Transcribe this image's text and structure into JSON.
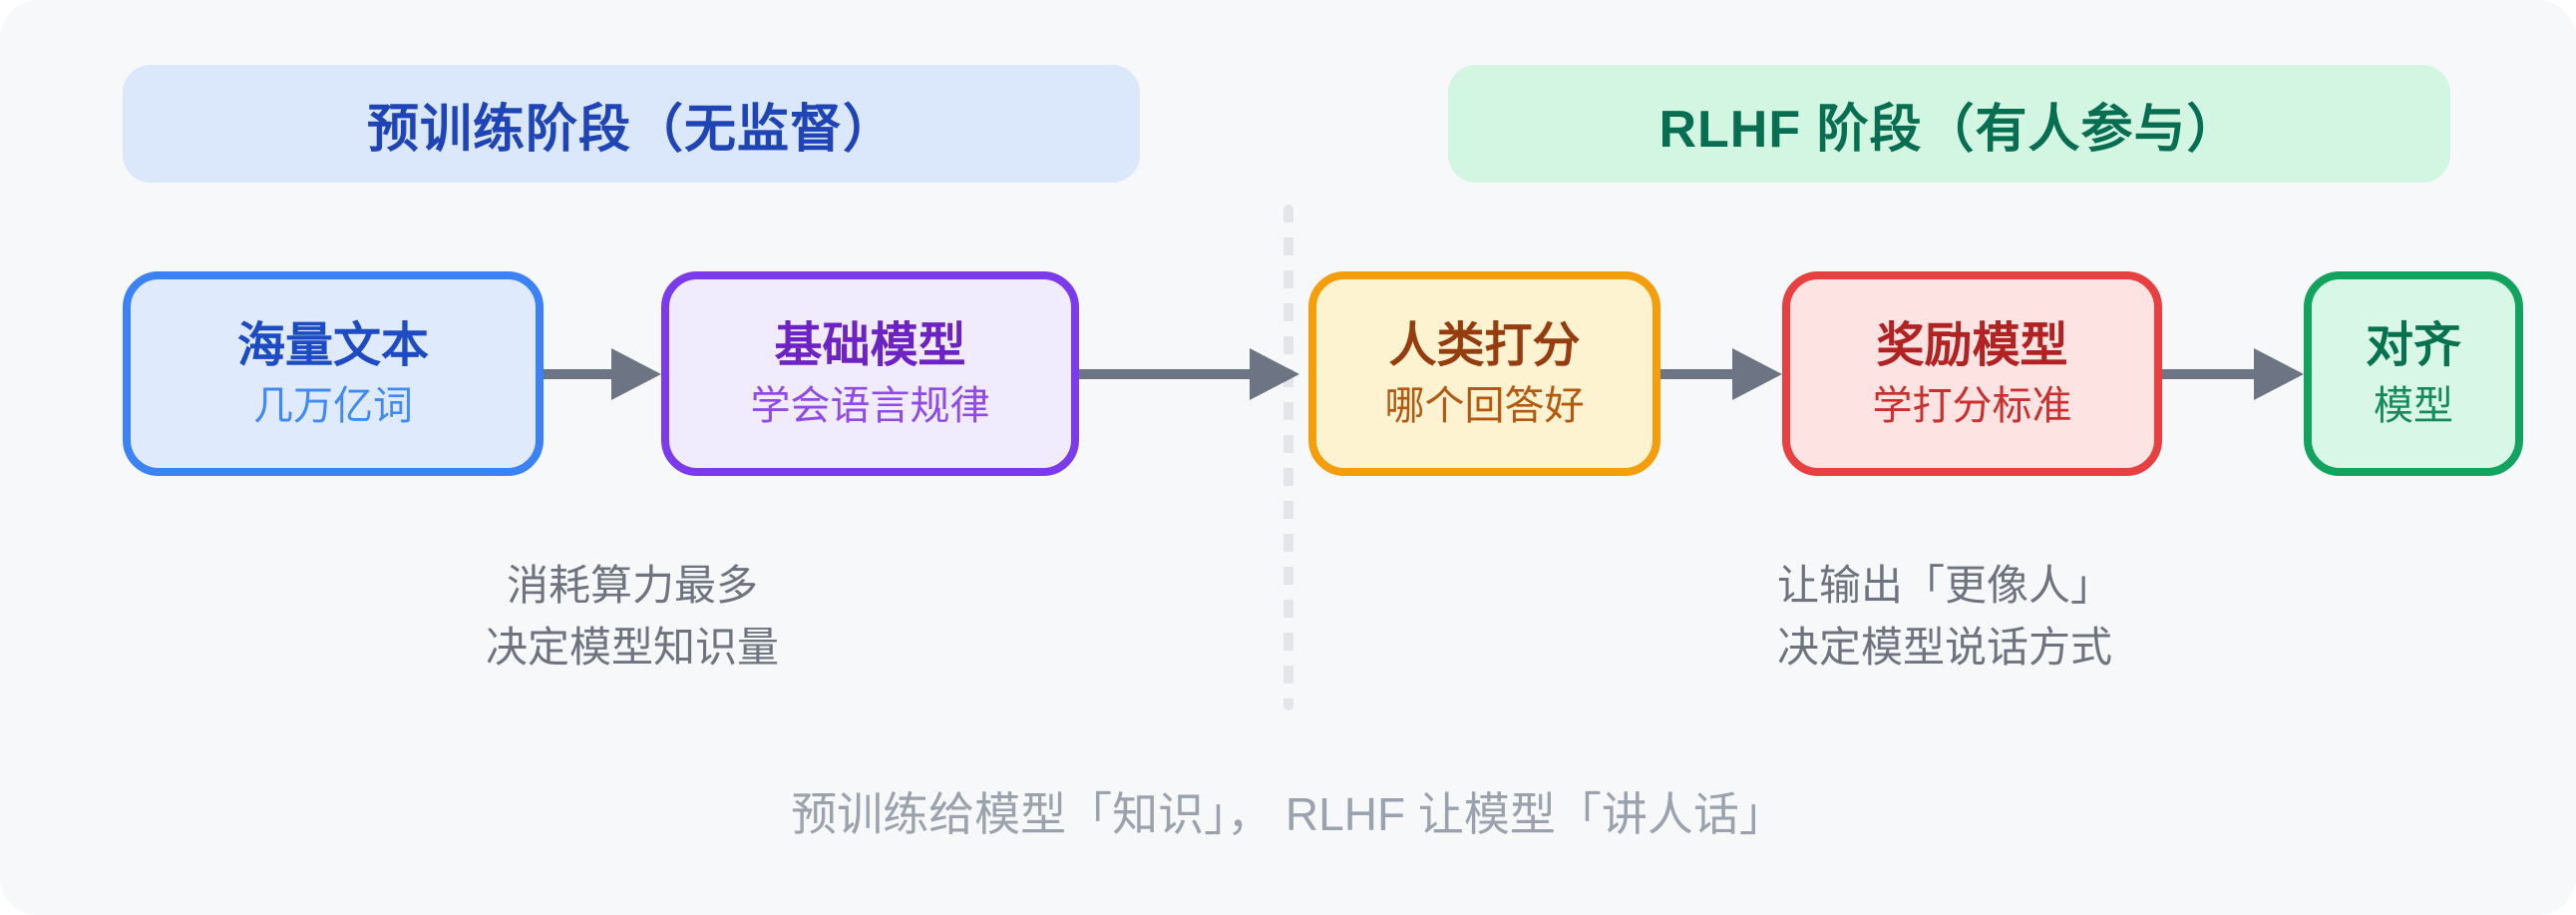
{
  "page": {
    "background": "#ffffff",
    "panel_background": "#f7f8fa"
  },
  "headers": {
    "pretrain": {
      "label": "预训练阶段（无监督）",
      "bg": "#dbe7fb",
      "text_color": "#1e44b5"
    },
    "rlhf": {
      "label": "RLHF 阶段（有人参与）",
      "bg": "#d3f6e3",
      "text_color": "#086e51"
    }
  },
  "stages": [
    {
      "id": "massive-text",
      "title": "海量文本",
      "subtitle": "几万亿词",
      "border": "#3b82f6",
      "bg": "#dfeafd",
      "title_color": "#1d4bc4",
      "subtitle_color": "#4189f5"
    },
    {
      "id": "base-model",
      "title": "基础模型",
      "subtitle": "学会语言规律",
      "border": "#7c3aed",
      "bg": "#f0ecfd",
      "title_color": "#6d22c4",
      "subtitle_color": "#8f4ae8"
    },
    {
      "id": "human-rating",
      "title": "人类打分",
      "subtitle": "哪个回答好",
      "border": "#f59e0b",
      "bg": "#fdf3d1",
      "title_color": "#963d10",
      "subtitle_color": "#b4590f"
    },
    {
      "id": "reward-model",
      "title": "奖励模型",
      "subtitle": "学打分标准",
      "border": "#e84040",
      "bg": "#fde3e1",
      "title_color": "#b32222",
      "subtitle_color": "#cc2f2f"
    },
    {
      "id": "aligned-model",
      "title": "对齐",
      "subtitle": "模型",
      "border": "#12a35f",
      "bg": "#d9f7e7",
      "title_color": "#07724f",
      "subtitle_color": "#158a5c"
    }
  ],
  "notes": {
    "pretrain": {
      "line1": "消耗算力最多",
      "line2": "决定模型知识量"
    },
    "rlhf": {
      "line1": "让输出「更像人」",
      "line2": "决定模型说话方式"
    }
  },
  "caption": "预训练给模型「知识」， RLHF 让模型「讲人话」",
  "icons": {
    "flow_arrow": "→"
  },
  "colors": {
    "arrow": "#6d7585",
    "divider_dash": "#e3e5e9",
    "note_text": "#6d7480",
    "caption_text": "#9aa2ad"
  }
}
